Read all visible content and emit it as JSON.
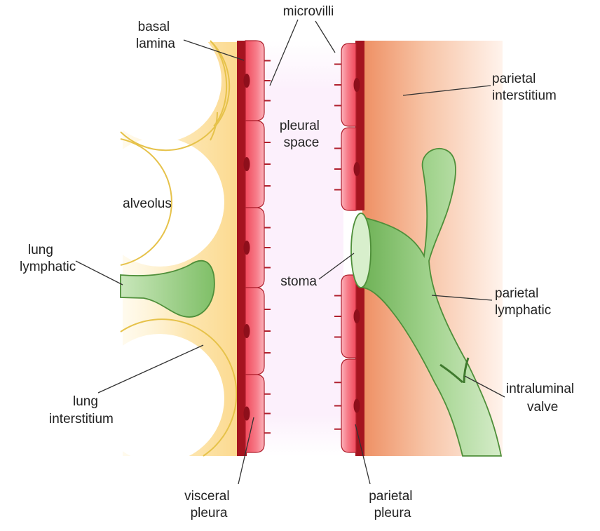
{
  "labels": {
    "microvilli": "microvilli",
    "basal_lamina": [
      "basal",
      "lamina"
    ],
    "parietal_interstitium": [
      "parietal",
      "interstitium"
    ],
    "pleural_space": [
      "pleural",
      "space"
    ],
    "alveolus": "alveolus",
    "lung_lymphatic": [
      "lung",
      "lymphatic"
    ],
    "stoma": "stoma",
    "parietal_lymphatic": [
      "parietal",
      "lymphatic"
    ],
    "lung_interstitium": [
      "lung",
      "interstitium"
    ],
    "intraluminal_valve": [
      "intraluminal",
      "valve"
    ],
    "visceral_pleura": [
      "visceral",
      "pleura"
    ],
    "parietal_pleura": [
      "parietal",
      "pleura"
    ]
  },
  "colors": {
    "lung_interstitium": "#fde2a6",
    "alveolus_outline": "#e8c64a",
    "pleura_cell": "#f26b7a",
    "pleura_basal": "#a5141f",
    "nucleus": "#8e0f1b",
    "pleural_space": "#fbeefb",
    "parietal_interstitium": "#f2a07a",
    "lymphatic": "#9fcf8a",
    "lymphatic_outline": "#4f8f3a"
  }
}
